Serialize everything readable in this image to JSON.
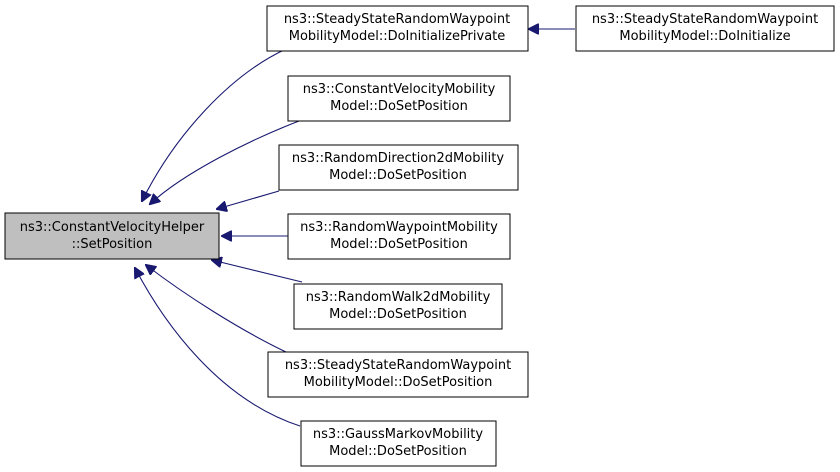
{
  "graph": {
    "colors": {
      "edge": "#191970",
      "root_fill": "#bfbfbf",
      "node_fill": "#ffffff",
      "node_stroke": "#000000"
    },
    "nodes": {
      "root": {
        "line1": "ns3::ConstantVelocityHelper",
        "line2": "::SetPosition"
      },
      "ssrw_private": {
        "line1": "ns3::SteadyStateRandomWaypoint",
        "line2": "MobilityModel::DoInitializePrivate"
      },
      "ssrw_init": {
        "line1": "ns3::SteadyStateRandomWaypoint",
        "line2": "MobilityModel::DoInitialize"
      },
      "cv": {
        "line1": "ns3::ConstantVelocityMobility",
        "line2": "Model::DoSetPosition"
      },
      "rd2d": {
        "line1": "ns3::RandomDirection2dMobility",
        "line2": "Model::DoSetPosition"
      },
      "rwp": {
        "line1": "ns3::RandomWaypointMobility",
        "line2": "Model::DoSetPosition"
      },
      "rw2d": {
        "line1": "ns3::RandomWalk2dMobility",
        "line2": "Model::DoSetPosition"
      },
      "ssrw_set": {
        "line1": "ns3::SteadyStateRandomWaypoint",
        "line2": "MobilityModel::DoSetPosition"
      },
      "gm": {
        "line1": "ns3::GaussMarkovMobility",
        "line2": "Model::DoSetPosition"
      }
    },
    "edges": [
      {
        "from": "ssrw_private",
        "to": "root"
      },
      {
        "from": "ssrw_init",
        "to": "ssrw_private"
      },
      {
        "from": "cv",
        "to": "root"
      },
      {
        "from": "rd2d",
        "to": "root"
      },
      {
        "from": "rwp",
        "to": "root"
      },
      {
        "from": "rw2d",
        "to": "root"
      },
      {
        "from": "ssrw_set",
        "to": "root"
      },
      {
        "from": "gm",
        "to": "root"
      }
    ]
  }
}
